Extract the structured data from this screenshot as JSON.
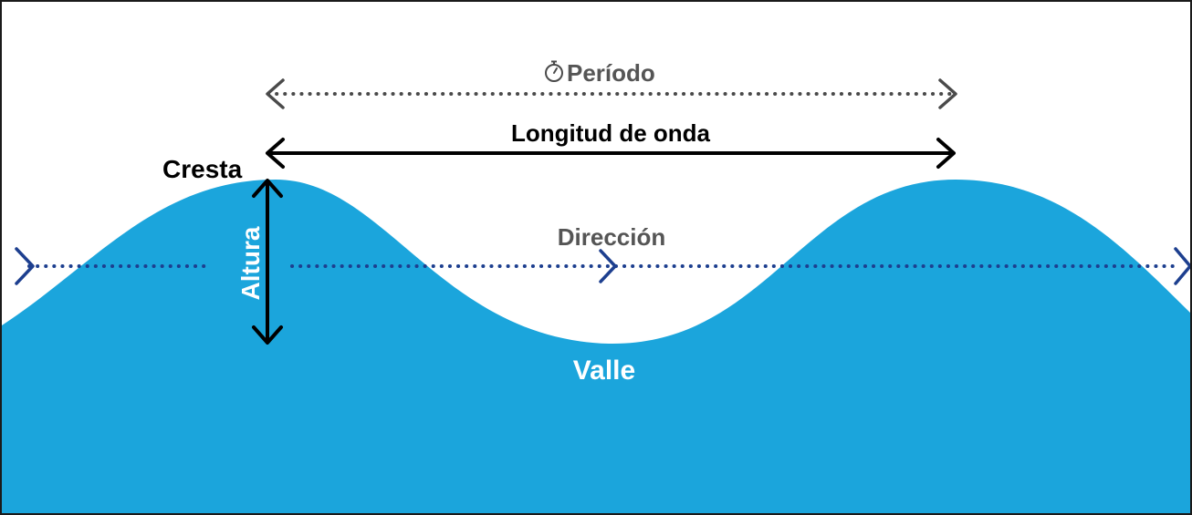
{
  "diagram": {
    "labels": {
      "period": "Período",
      "wavelength": "Longitud de onda",
      "crest": "Cresta",
      "height": "Altura",
      "direction": "Dirección",
      "trough": "Valle"
    },
    "icons": {
      "period_icon": "stopwatch-icon"
    },
    "colors": {
      "water": "#1ba5dc",
      "direction_arrow": "#1d3f8f",
      "period_arrow": "#4a4a4a",
      "wavelength_arrow": "#000000",
      "height_arrow": "#000000",
      "label_dark": "#000000",
      "label_gray": "#555555",
      "label_white": "#ffffff"
    }
  }
}
